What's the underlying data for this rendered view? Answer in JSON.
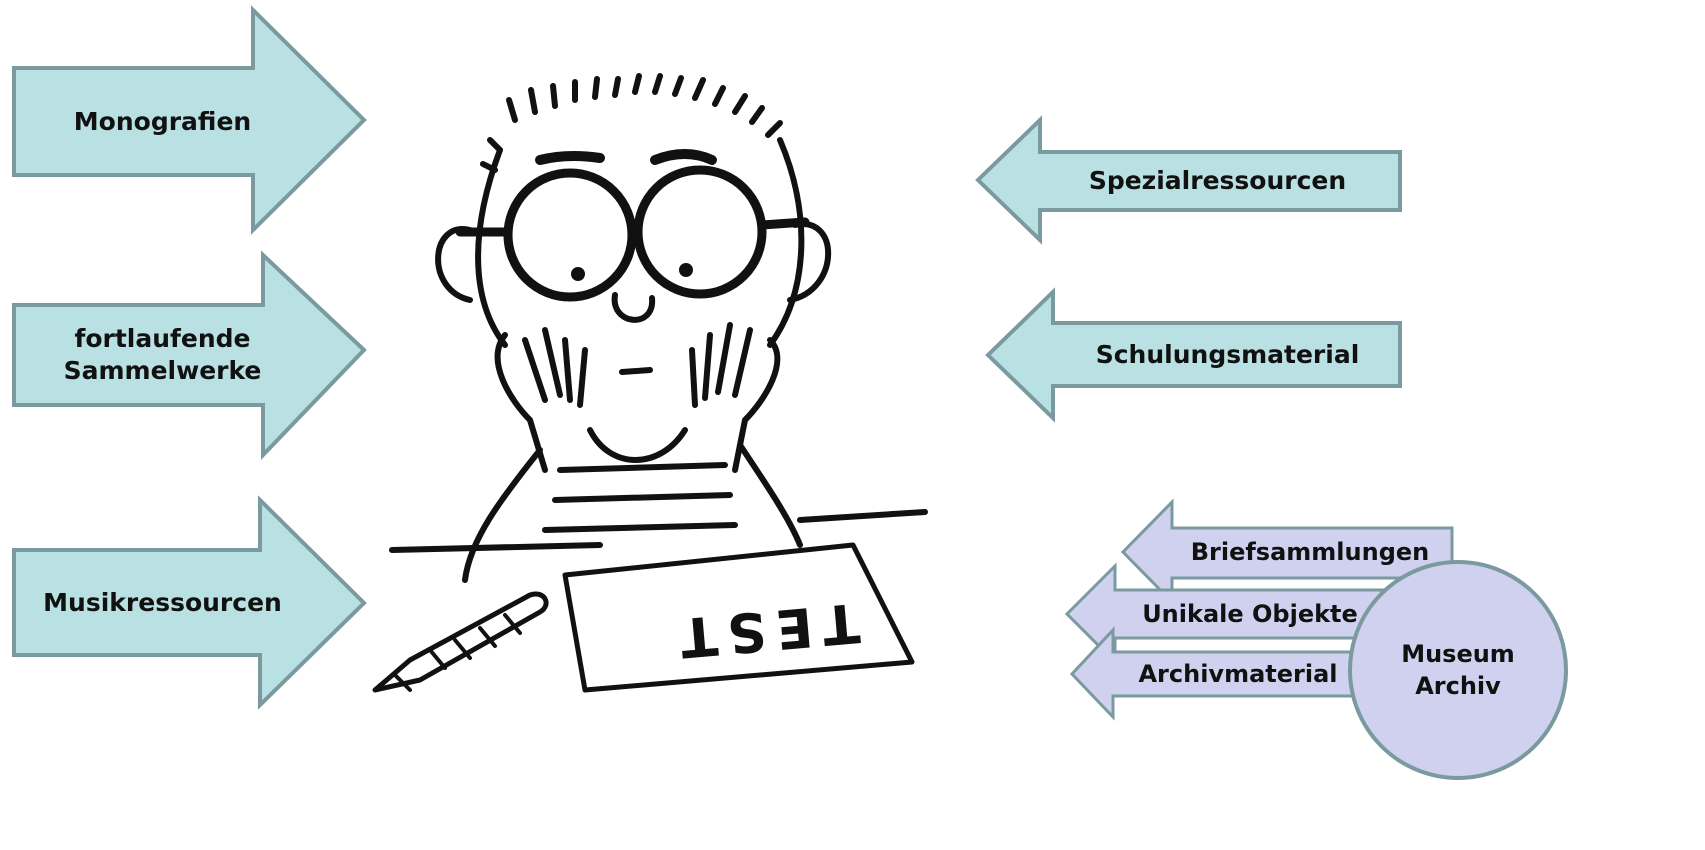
{
  "colors": {
    "teal_fill": "#b9e0e2",
    "teal_stroke": "#7a9aa0",
    "lavender_fill": "#cfd1ee",
    "lavender_stroke": "#7a9aa0",
    "ink": "#111111"
  },
  "left_arrows": [
    {
      "label": "Monografien"
    },
    {
      "label": "fortlaufende\nSammelwerke"
    },
    {
      "label": "Musikressourcen"
    }
  ],
  "right_arrows": [
    {
      "label": "Spezialressourcen"
    },
    {
      "label": "Schulungsmaterial"
    }
  ],
  "museum_group": {
    "circle_label": "Museum\nArchiv",
    "arrows": [
      {
        "label": "Briefsammlungen"
      },
      {
        "label": "Unikale Objekte"
      },
      {
        "label": "Archivmaterial"
      }
    ]
  },
  "illustration": {
    "name": "thinking-student-cartoon",
    "paper_text": "TEST"
  }
}
